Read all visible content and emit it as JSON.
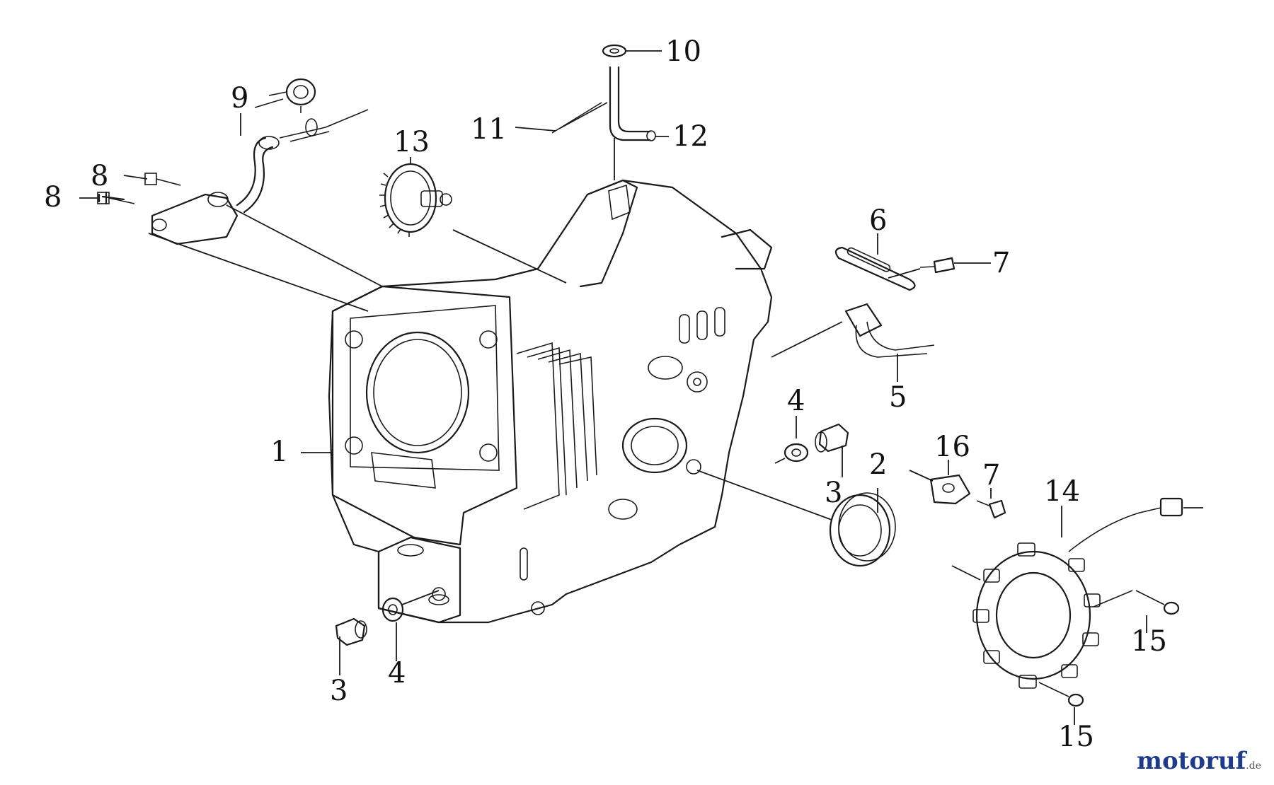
{
  "callouts": {
    "c1": "1",
    "c2": "2",
    "c3a": "3",
    "c3b": "3",
    "c4a": "4",
    "c4b": "4",
    "c5": "5",
    "c6": "6",
    "c7a": "7",
    "c7b": "7",
    "c8a": "8",
    "c8b": "8",
    "c9": "9",
    "c10": "10",
    "c11": "11",
    "c12": "12",
    "c13": "13",
    "c14": "14",
    "c15a": "15",
    "c15b": "15",
    "c16": "16"
  },
  "watermark": {
    "main": "motoruf",
    "tld": ".de"
  },
  "colors": {
    "line": "#1a1a1a",
    "watermark_blue": "#1e3a8a",
    "watermark_green": "#2f8f3a"
  }
}
